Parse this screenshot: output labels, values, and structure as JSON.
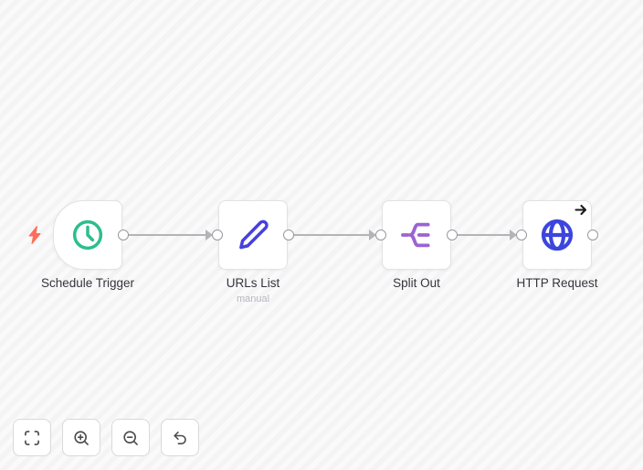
{
  "workflow": {
    "nodes": [
      {
        "label": "Schedule Trigger",
        "subtitle": "",
        "icon": "clock-icon",
        "icon_color": "#2dbe8d",
        "shape": "trigger"
      },
      {
        "label": "URLs List",
        "subtitle": "manual",
        "icon": "pencil-icon",
        "icon_color": "#4540e0",
        "shape": "default"
      },
      {
        "label": "Split Out",
        "subtitle": "",
        "icon": "split-out-icon",
        "icon_color": "#9b63d3",
        "shape": "default"
      },
      {
        "label": "HTTP Request",
        "subtitle": "",
        "icon": "globe-icon",
        "icon_color": "#3c45dd",
        "shape": "default",
        "badge": "arrow-right-icon"
      }
    ],
    "connections": [
      {
        "from": "Schedule Trigger",
        "to": "URLs List"
      },
      {
        "from": "URLs List",
        "to": "Split Out"
      },
      {
        "from": "Split Out",
        "to": "HTTP Request"
      }
    ],
    "trigger_indicator": {
      "icon": "lightning-bolt-icon",
      "color": "#ff6d5a"
    }
  },
  "controls": {
    "buttons": [
      {
        "name": "fit-view",
        "icon": "fit-view-icon"
      },
      {
        "name": "zoom-in",
        "icon": "zoom-in-icon"
      },
      {
        "name": "zoom-out",
        "icon": "zoom-out-icon"
      },
      {
        "name": "reset-view",
        "icon": "undo-icon"
      }
    ]
  },
  "palette": {
    "background_stripe_dark": "#f4f4f5",
    "background_stripe_light": "#fafafa",
    "connector": "#b4b4b8",
    "node_border": "#e2e2e5",
    "port_border": "#98979e",
    "label_text": "#35343c",
    "subtitle_text": "#b7b5bf",
    "bolt": "#ff6d5a"
  }
}
